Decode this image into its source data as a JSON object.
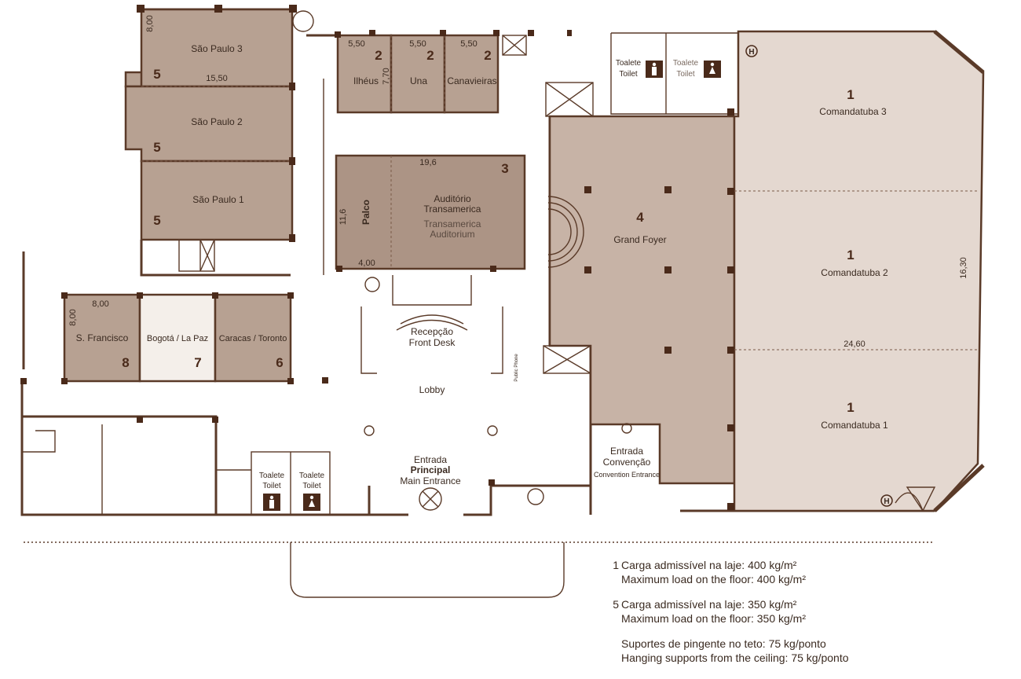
{
  "rooms": {
    "sao_paulo_3": {
      "name": "São Paulo 3",
      "num": "5"
    },
    "sao_paulo_2": {
      "name": "São Paulo 2",
      "num": "5"
    },
    "sao_paulo_1": {
      "name": "São Paulo 1",
      "num": "5"
    },
    "ilheus": {
      "name": "Ilhéus",
      "num": "2"
    },
    "una": {
      "name": "Una",
      "num": "2"
    },
    "canavieiras": {
      "name": "Canavieiras",
      "num": "2"
    },
    "auditorio": {
      "name_pt_1": "Auditório",
      "name_pt_2": "Transamerica",
      "name_en_1": "Transamerica",
      "name_en_2": "Auditorium",
      "num": "3"
    },
    "palco": {
      "name": "Palco"
    },
    "grand_foyer": {
      "name": "Grand Foyer",
      "num": "4"
    },
    "comandatuba_3": {
      "name": "Comandatuba 3",
      "num": "1"
    },
    "comandatuba_2": {
      "name": "Comandatuba 2",
      "num": "1"
    },
    "comandatuba_1": {
      "name": "Comandatuba 1",
      "num": "1"
    },
    "sao_francisco": {
      "name": "S. Francisco",
      "num": "8"
    },
    "bogota": {
      "name": "Bogotá / La Paz",
      "num": "7"
    },
    "caracas": {
      "name": "Caracas / Toronto",
      "num": "6"
    },
    "recepcao": {
      "pt": "Recepção",
      "en": "Front Desk"
    },
    "lobby": {
      "name": "Lobby"
    },
    "entrada_principal": {
      "pt_1": "Entrada",
      "pt_2": "Principal",
      "en": "Main Entrance"
    },
    "entrada_convencao": {
      "pt_1": "Entrada",
      "pt_2": "Convenção",
      "en": "Convention Entrance"
    },
    "toilet_top_1": {
      "pt": "Toalete",
      "en": "Toilet"
    },
    "toilet_top_2": {
      "pt": "Toalete",
      "en": "Toilet"
    },
    "toilet_bottom_1": {
      "pt": "Toalete",
      "en": "Toilet"
    },
    "toilet_bottom_2": {
      "pt": "Toalete",
      "en": "Toilet"
    },
    "phone": {
      "label": "Public Phone"
    }
  },
  "dimensions": {
    "sp_height": "8,00",
    "sp_width": "15,50",
    "small_width_1": "5,50",
    "small_width_2": "5,50",
    "small_width_3": "5,50",
    "small_depth": "7,70",
    "aud_width": "19,6",
    "aud_height": "11,6",
    "palco_width": "4,00",
    "sf_width": "8,00",
    "sf_height": "8,00",
    "com_depth": "16,30",
    "com_width": "24,60"
  },
  "markers": {
    "elevator": "H"
  },
  "legend": {
    "item1": {
      "key": "1",
      "pt": "Carga admissível na laje: 400 kg/m²",
      "en": "Maximum load on the floor: 400 kg/m²"
    },
    "item5": {
      "key": "5",
      "pt": "Carga admissível na laje: 350 kg/m²",
      "en": "Maximum load on the floor: 350 kg/m²"
    },
    "hanging": {
      "pt": "Suportes de pingente no teto: 75 kg/ponto",
      "en": "Hanging supports from the ceiling: 75 kg/ponto"
    }
  },
  "colors": {
    "wall": "#5a3a28",
    "dark_room": "#b7a192",
    "mid_room": "#c9b6a9",
    "light_room": "#e4d8d0",
    "pale_room": "#f4efea"
  }
}
